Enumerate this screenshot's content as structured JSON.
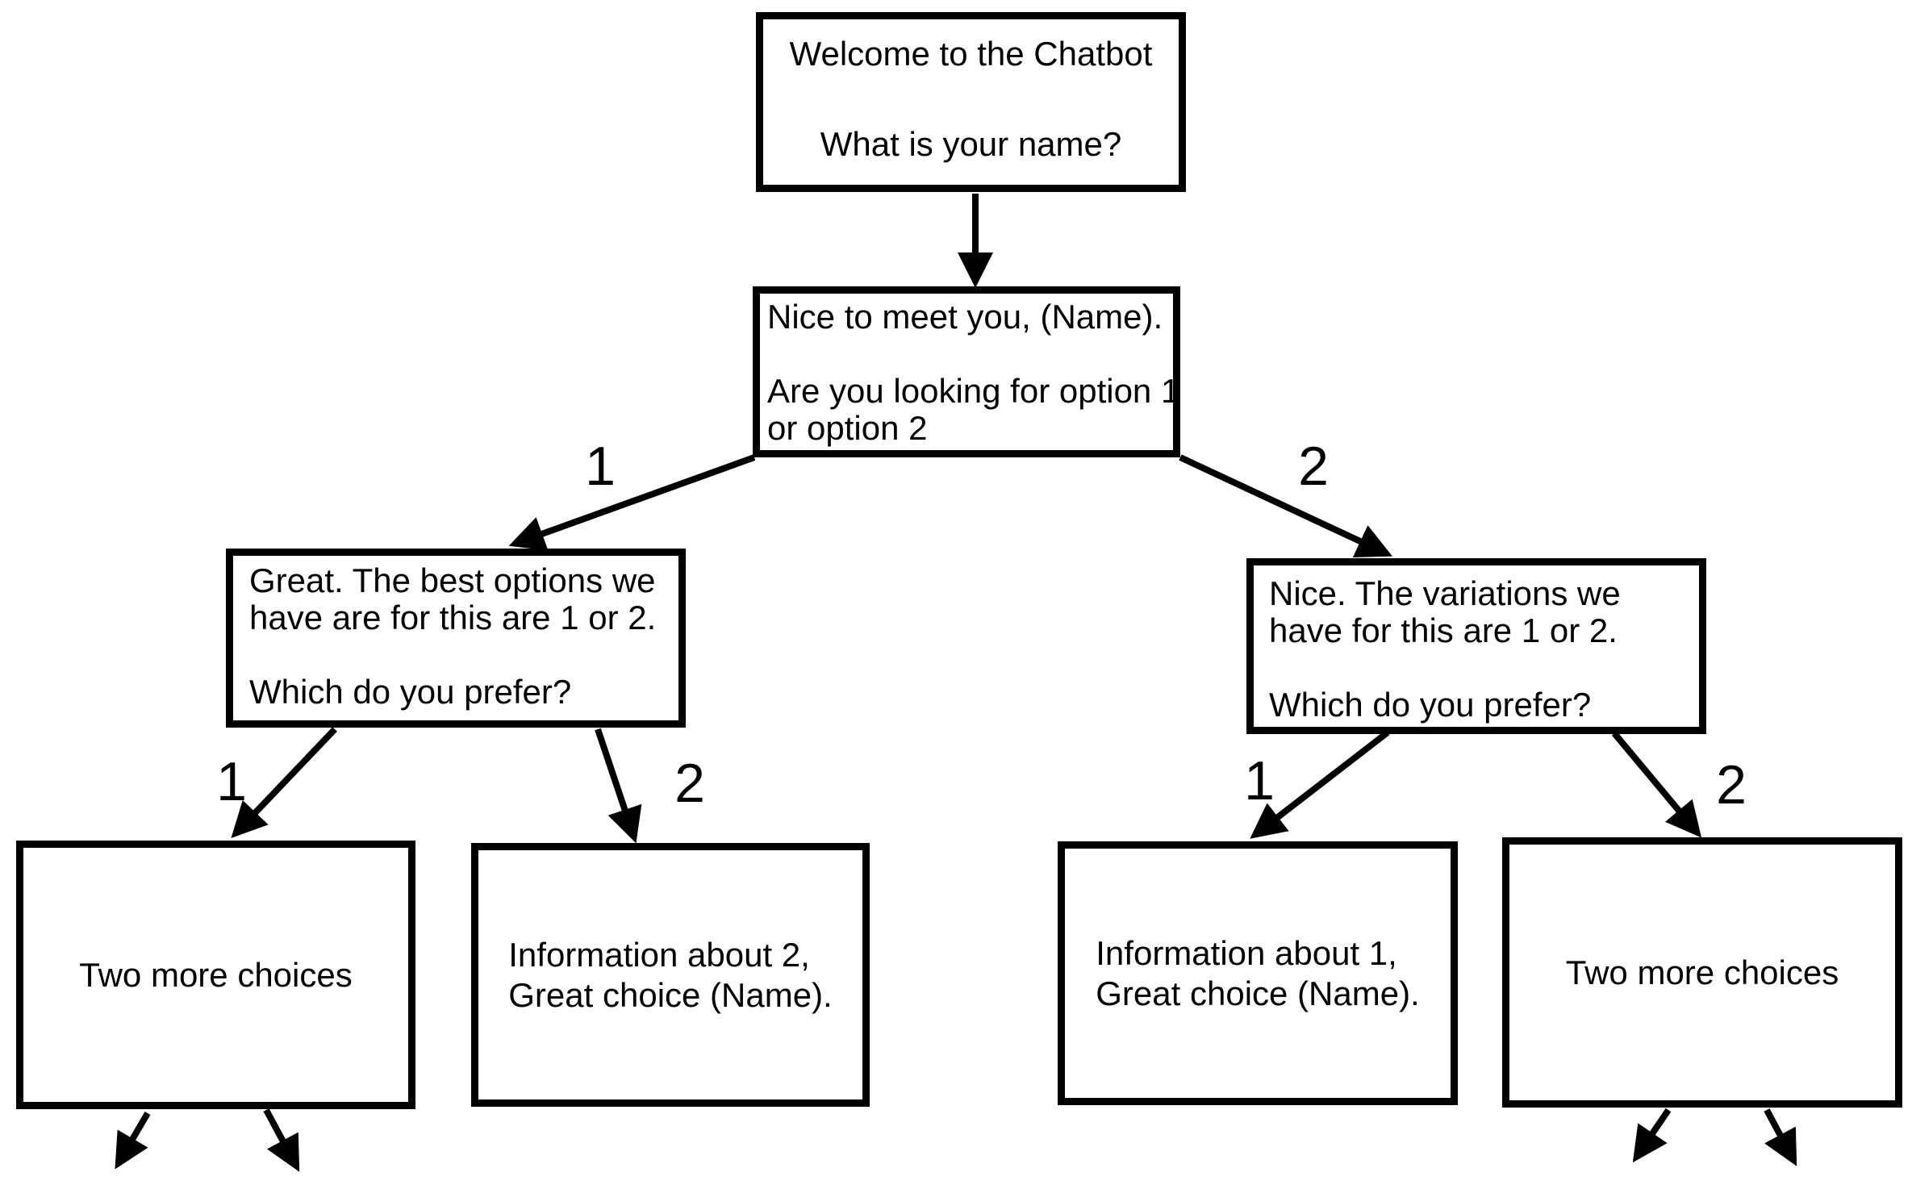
{
  "diagram": {
    "type": "flowchart",
    "background_color": "#ffffff",
    "line_color": "#000000",
    "nodes": {
      "welcome": {
        "lines": [
          "Welcome to the Chatbot",
          "What is your name?"
        ]
      },
      "meet": {
        "lines": [
          "Nice to meet you, (Name).",
          "Are you looking for option 1",
          "or option 2"
        ]
      },
      "left_option": {
        "lines": [
          "Great. The best options we",
          "have are for this are 1 or 2.",
          "Which do you prefer?"
        ]
      },
      "right_option": {
        "lines": [
          "Nice. The variations we",
          "have for this are 1 or 2.",
          "Which do you prefer?"
        ]
      },
      "left_more": {
        "lines": [
          "Two more choices"
        ]
      },
      "left_info": {
        "lines": [
          "Information about 2,",
          "Great choice (Name)."
        ]
      },
      "right_info": {
        "lines": [
          "Information about 1,",
          "Great choice (Name)."
        ]
      },
      "right_more": {
        "lines": [
          "Two more choices"
        ]
      }
    },
    "edges": {
      "meet_to_left_option": {
        "label": "1"
      },
      "meet_to_right_option": {
        "label": "2"
      },
      "left_option_to_left_more": {
        "label": "1"
      },
      "left_option_to_left_info": {
        "label": "2"
      },
      "right_option_to_right_info": {
        "label": "1"
      },
      "right_option_to_right_more": {
        "label": "2"
      }
    }
  }
}
